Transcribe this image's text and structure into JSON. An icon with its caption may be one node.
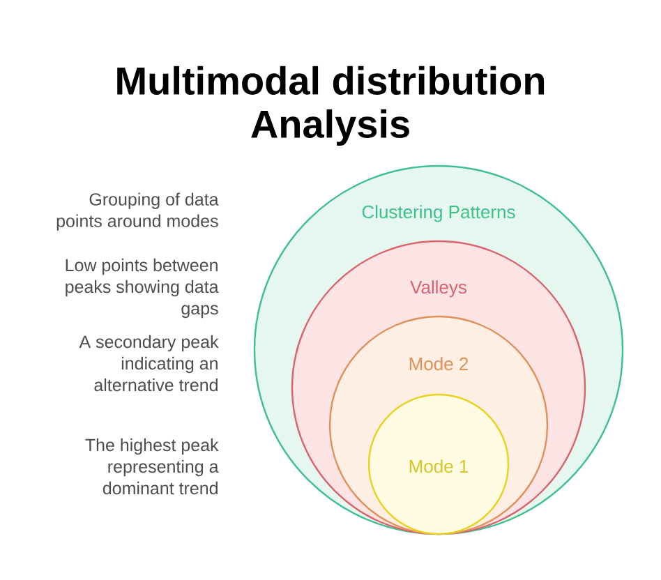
{
  "diagram": {
    "title": "Multimodal distribution Analysis",
    "nodes": [
      {
        "text": [
          "Clustering Patterns"
        ]
      },
      {
        "text": [
          "Valleys"
        ],
        "in": 0
      },
      {
        "text": [
          "Mode 2"
        ],
        "in": 1
      },
      {
        "text": [
          "Mode 1"
        ],
        "in": 2
      }
    ],
    "labels": [
      "Grouping of data points around modes",
      "Low points between peaks showing data gaps",
      "A secondary peak indicating an alternative trend",
      "The highest peak representing a dominant trend"
    ]
  }
}
